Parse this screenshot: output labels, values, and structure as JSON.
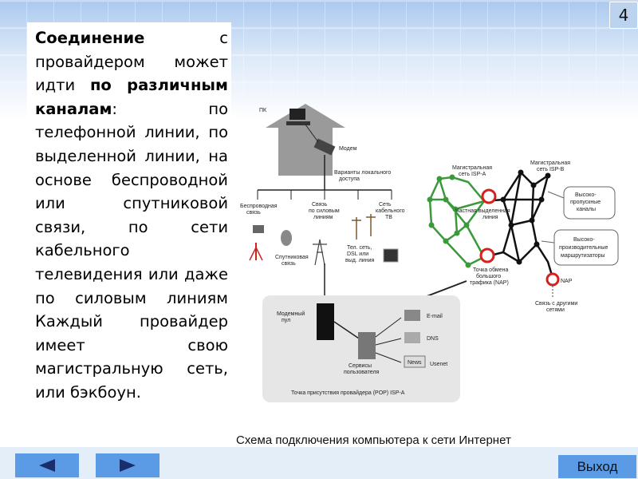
{
  "slide": {
    "page_number": "4"
  },
  "text": {
    "p1": "Соединение",
    "p2": "с провайдером может идти",
    "p3": "по различным каналам",
    "p4": ": по телефонной линии, по выделенной линии, на основе беспроводной или спутниковой связи, по сети кабельного телевидения или даже по силовым линиям Каждый провайдер имеет свою магистральную сеть, или бэкбоун."
  },
  "diagram": {
    "pc": "ПК",
    "modem": "Модем",
    "access_1": "Варианты локального",
    "access_2": "доступа",
    "wireless_1": "Беспроводная",
    "wireless_2": "связь",
    "power_1": "Связь",
    "power_2": "по силовым",
    "power_3": "линиям",
    "cable_1": "Сеть",
    "cable_2": "кабельного",
    "cable_3": "ТВ",
    "satellite_1": "Спутниковая",
    "satellite_2": "связь",
    "tel_1": "Тел. сеть,",
    "tel_2": "DSL или",
    "tel_3": "выд. линия",
    "backbone_a_1": "Магистральная",
    "backbone_a_2": "сеть ISP-A",
    "backbone_b_1": "Магистральная",
    "backbone_b_2": "сеть ISP-B",
    "private_1": "Частная выделенная",
    "private_2": "линия",
    "highcap_1": "Высоко-",
    "highcap_2": "пропускные",
    "highcap_3": "каналы",
    "router_1": "Высоко-",
    "router_2": "производительные",
    "router_3": "маршрутизаторы",
    "exchange_1": "Точка обмена",
    "exchange_2": "большого",
    "exchange_3": "трафика (NAP)",
    "nap": "NAP",
    "other_1": "Связь с другими",
    "other_2": "сетями",
    "modem_pool_1": "Модемный",
    "modem_pool_2": "пул",
    "email": "E-mail",
    "dns": "DNS",
    "usenet": "Usenet",
    "user_services_1": "Сервисы",
    "user_services_2": "пользователя",
    "pop": "Точка присутствия провайдера (POP) ISP-A",
    "news": "News"
  },
  "caption": "Схема подключения компьютера к сети Интернет",
  "nav": {
    "prev_icon": "triangle-left-icon",
    "next_icon": "triangle-right-icon",
    "exit_label": "Выход"
  },
  "colors": {
    "nav_button": "#5b9be6",
    "isp_a_network": "#3a9a3a",
    "isp_b_network": "#111111",
    "exchange_point": "#d62020",
    "pop_background": "#e6e6e6",
    "house": "#9a9a9a"
  }
}
